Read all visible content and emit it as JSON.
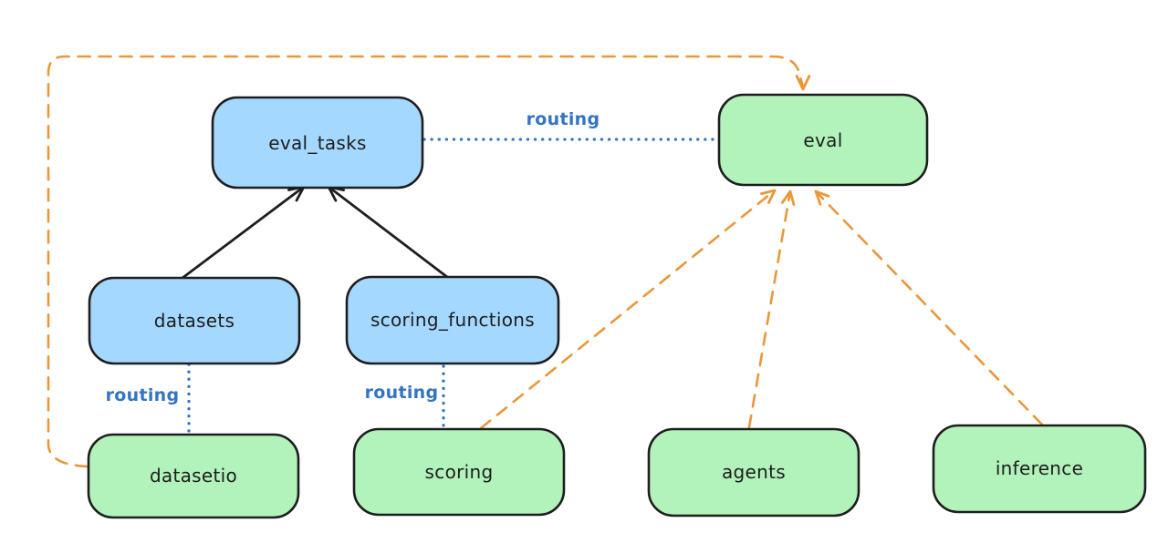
{
  "diagram": {
    "background": "#ffffff",
    "nodes": {
      "eval_tasks": {
        "label": "eval_tasks"
      },
      "datasets": {
        "label": "datasets"
      },
      "scoring_functions": {
        "label": "scoring_functions"
      },
      "eval": {
        "label": "eval"
      },
      "datasetio": {
        "label": "datasetio"
      },
      "scoring": {
        "label": "scoring"
      },
      "agents": {
        "label": "agents"
      },
      "inference": {
        "label": "inference"
      }
    },
    "edge_labels": {
      "eval_tasks_eval": "routing",
      "datasets_datasetio": "routing",
      "scoring_functions_scoring": "routing"
    },
    "colors": {
      "registry_node_fill": "#a5d8ff",
      "api_node_fill": "#b2f2bb",
      "node_stroke": "#1e1e1e",
      "label_text": "#1e1e1e",
      "routing_line": "#3474c2",
      "dependency_line": "#ea973a",
      "inheritance_line": "#1e1e1e"
    }
  }
}
